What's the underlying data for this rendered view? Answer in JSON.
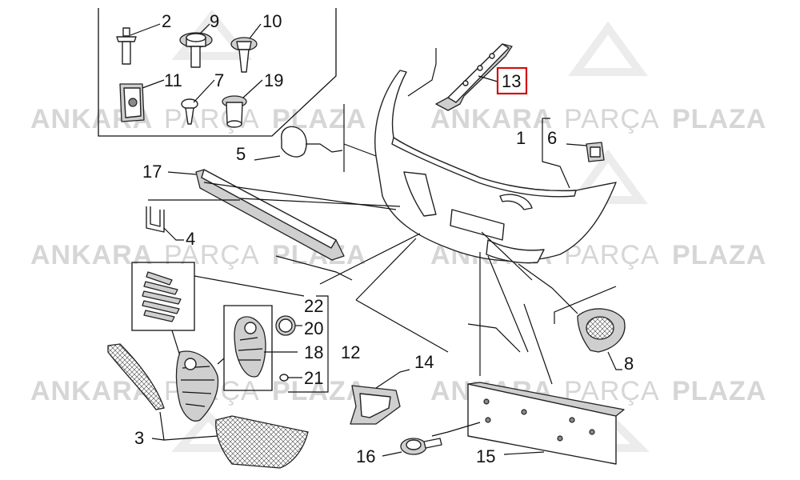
{
  "watermark": {
    "word1": "ANKARA",
    "word2": "PARÇA",
    "word3": "PLAZA"
  },
  "callouts": {
    "c1": "1",
    "c2": "2",
    "c3": "3",
    "c4": "4",
    "c5": "5",
    "c6": "6",
    "c7": "7",
    "c8": "8",
    "c9": "9",
    "c10": "10",
    "c11": "11",
    "c12": "12",
    "c13": "13",
    "c14": "14",
    "c15": "15",
    "c16": "16",
    "c17": "17",
    "c18": "18",
    "c19": "19",
    "c20": "20",
    "c21": "21",
    "c22": "22"
  },
  "highlight": {
    "callout": "13",
    "color": "#d01010"
  },
  "colors": {
    "line": "#222222",
    "watermark": "#d6d6d6"
  }
}
